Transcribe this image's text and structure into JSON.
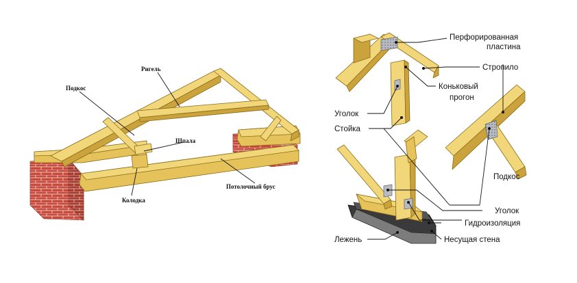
{
  "colors": {
    "wood_light": "#f2d77a",
    "wood_mid": "#e6c35a",
    "wood_dark": "#caa33c",
    "brick": "#c84a3c",
    "brick_dark": "#9e342a",
    "plate": "#b8bcc2",
    "wall_dark": "#2e2e2e"
  },
  "left_diagram": {
    "labels": {
      "rigel": "Ригель",
      "podkos": "Подкос",
      "shpala": "Шпала",
      "kolodka": "Колодка",
      "potolochny_brus": "Потолочный брус"
    }
  },
  "right_diagram": {
    "labels": {
      "perforated_plate": "Перфорированная",
      "perforated_plate_2": "пластина",
      "rafter": "Стропило",
      "ridge_purlin": "Коньковый",
      "ridge_purlin_2": "прогон",
      "corner_top": "Уголок",
      "post": "Стойка",
      "strut": "Подкос",
      "corner_bottom": "Уголок",
      "waterproofing": "Гидроизоляция",
      "sill": "Лежень",
      "bearing_wall": "Несущая стена"
    }
  }
}
